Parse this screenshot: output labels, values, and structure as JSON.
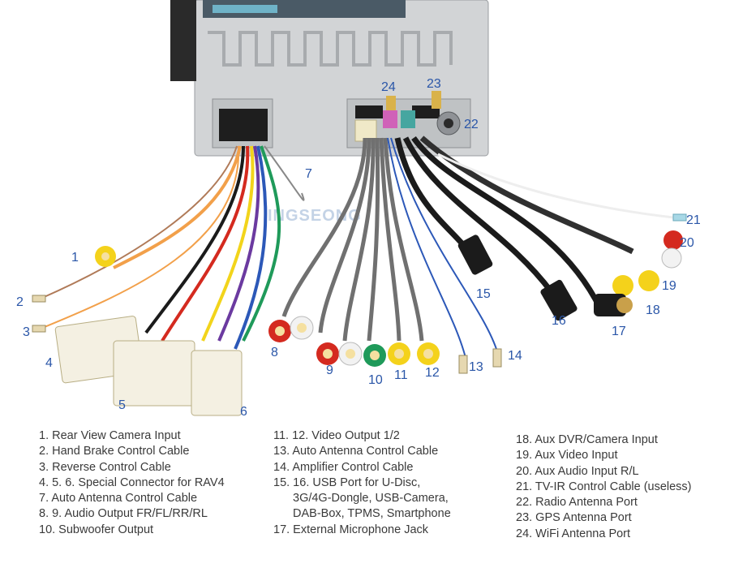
{
  "diagram": {
    "callouts": [
      "1",
      "2",
      "3",
      "4",
      "5",
      "6",
      "7",
      "8",
      "9",
      "10",
      "11",
      "12",
      "13",
      "14",
      "15",
      "16",
      "17",
      "18",
      "19",
      "20",
      "21",
      "22",
      "23",
      "24"
    ],
    "watermark": "INGSEONG",
    "colors": {
      "callout": "#2a56a8",
      "chassis": "#d4d6d8",
      "rca_red": "#d42a1f",
      "rca_white": "#f2f2f2",
      "rca_green": "#1f9a5a",
      "rca_yellow": "#f4d21b",
      "connector": "#f4f0e2",
      "wire_orange": "#f2a04a",
      "wire_purple": "#6b3aa0",
      "wire_blue": "#2c58b8",
      "cable_black": "#1b1b1b"
    }
  },
  "legend": {
    "col1": [
      "1. Rear View Camera Input",
      "2. Hand Brake Control Cable",
      "3. Reverse Control Cable",
      "4. 5. 6. Special Connector for RAV4",
      "7. Auto Antenna Control Cable",
      "8. 9. Audio Output FR/FL/RR/RL",
      "10. Subwoofer Output"
    ],
    "col2": [
      "11. 12. Video Output 1/2",
      "13. Auto Antenna Control Cable",
      "14. Amplifier Control Cable",
      "15. 16. USB Port for U-Disc,",
      "3G/4G-Dongle, USB-Camera,",
      "DAB-Box, TPMS, Smartphone",
      "17. External Microphone Jack"
    ],
    "col3": [
      "18. Aux DVR/Camera Input",
      "19. Aux Video Input",
      "20. Aux Audio Input R/L",
      "21. TV-IR Control Cable (useless)",
      "22. Radio Antenna Port",
      "23. GPS Antenna Port",
      "24. WiFi Antenna Port"
    ]
  }
}
